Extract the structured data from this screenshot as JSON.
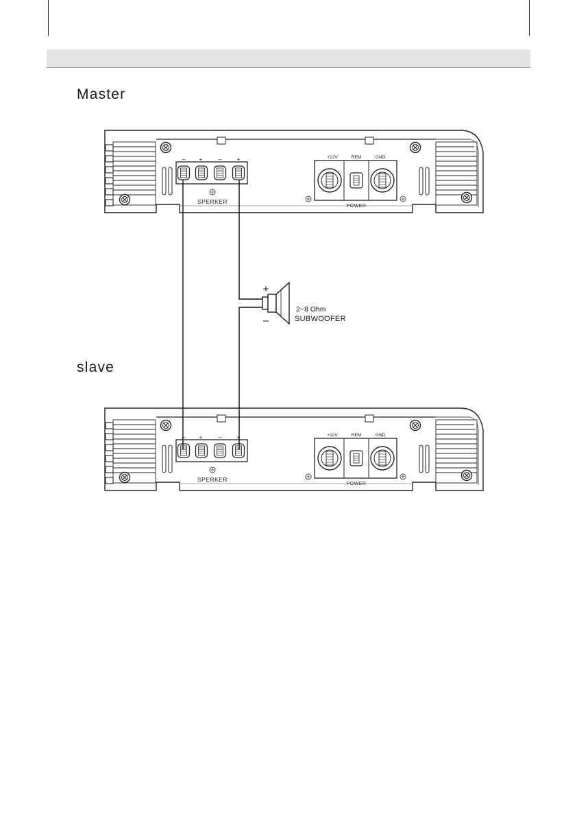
{
  "sections": {
    "master_label": "Master",
    "slave_label": "slave"
  },
  "amplifier": {
    "terminal_signs": [
      "–",
      "+",
      "–",
      "+"
    ],
    "speaker_label": "SPERKER",
    "power_labels": [
      "+12V",
      "REM",
      "GND"
    ],
    "power_label": "POWER"
  },
  "subwoofer": {
    "impedance": "2~8 Ohm",
    "name": "SUBWOOFER",
    "plus": "+",
    "minus": "–"
  },
  "icons": [
    "screw-icon",
    "speaker-cone-icon",
    "heatsink-fins-icon"
  ]
}
